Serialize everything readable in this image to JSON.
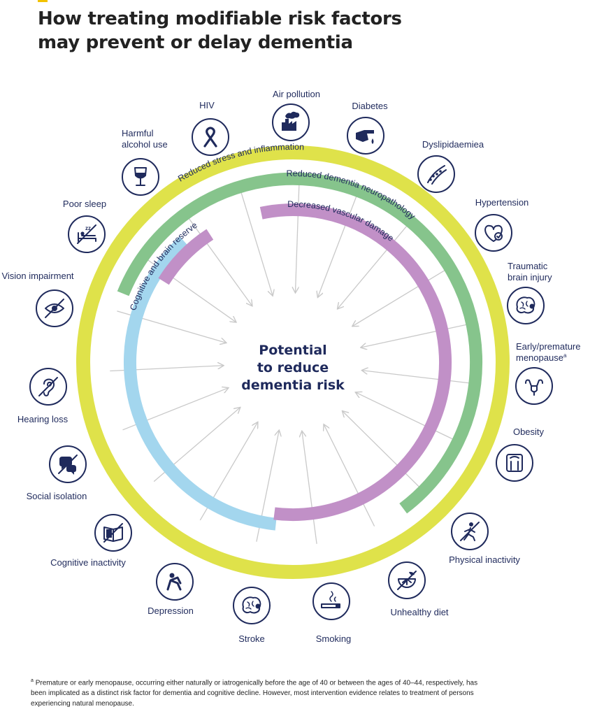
{
  "title": {
    "line1": "How treating modifiable risk factors",
    "line2": "may prevent or delay dementia"
  },
  "colors": {
    "navy": "#1f2a5c",
    "yellow": "#dfe24a",
    "green": "#86c48c",
    "blue": "#a3d6ee",
    "purple": "#c190c7",
    "arrow": "#c9c9c9"
  },
  "center": {
    "line1": "Potential",
    "line2": "to reduce",
    "line3": "dementia risk"
  },
  "arcs": [
    {
      "name": "stress",
      "label": "Reduced stress and inflammation",
      "color": "#dfe24a"
    },
    {
      "name": "neuropathology",
      "label": "Reduced dementia neuropathology",
      "color": "#86c48c"
    },
    {
      "name": "reserve",
      "label": "Cognitive and brain reserve",
      "color": "#a3d6ee"
    },
    {
      "name": "vascular",
      "label": "Decreased vascular damage",
      "color": "#c190c7"
    }
  ],
  "risk_factors": [
    {
      "label": "Air pollution",
      "icon": "factory-pollution-icon"
    },
    {
      "label": "Diabetes",
      "icon": "finger-prick-icon"
    },
    {
      "label": "Dyslipidaemiea",
      "icon": "blood-vessel-icon"
    },
    {
      "label": "Hypertension",
      "icon": "heart-pressure-icon"
    },
    {
      "label": "Traumatic",
      "label2": "brain injury",
      "icon": "brain-injury-icon"
    },
    {
      "label": "Early/premature",
      "label2": "menopause",
      "icon": "uterus-icon"
    },
    {
      "label": "Obesity",
      "icon": "scale-icon"
    },
    {
      "label": "Physical inactivity",
      "icon": "no-running-icon"
    },
    {
      "label": "Unhealthy diet",
      "icon": "no-citrus-icon"
    },
    {
      "label": "Smoking",
      "icon": "cigarette-icon"
    },
    {
      "label": "Stroke",
      "icon": "stroke-brain-icon"
    },
    {
      "label": "Depression",
      "icon": "depressed-person-icon"
    },
    {
      "label": "Cognitive inactivity",
      "icon": "no-book-icon"
    },
    {
      "label": "Social isolation",
      "icon": "no-chat-icon"
    },
    {
      "label": "Hearing loss",
      "icon": "hearing-loss-icon"
    },
    {
      "label": "Vision impairment",
      "icon": "no-eye-icon"
    },
    {
      "label": "Poor sleep",
      "icon": "no-sleep-icon"
    },
    {
      "label": "Harmful",
      "label2": "alcohol use",
      "icon": "wine-glass-icon"
    },
    {
      "label": "HIV",
      "icon": "ribbon-icon"
    }
  ],
  "footnote": {
    "marker": "a",
    "text": "Premature or early menopause, occurring either naturally or iatrogenically before the age of 40 or between the ages of 40–44, respectively, has been implicated as a distinct risk factor for dementia and cognitive decline. However, most intervention evidence relates to treatment of persons experiencing natural menopause."
  }
}
